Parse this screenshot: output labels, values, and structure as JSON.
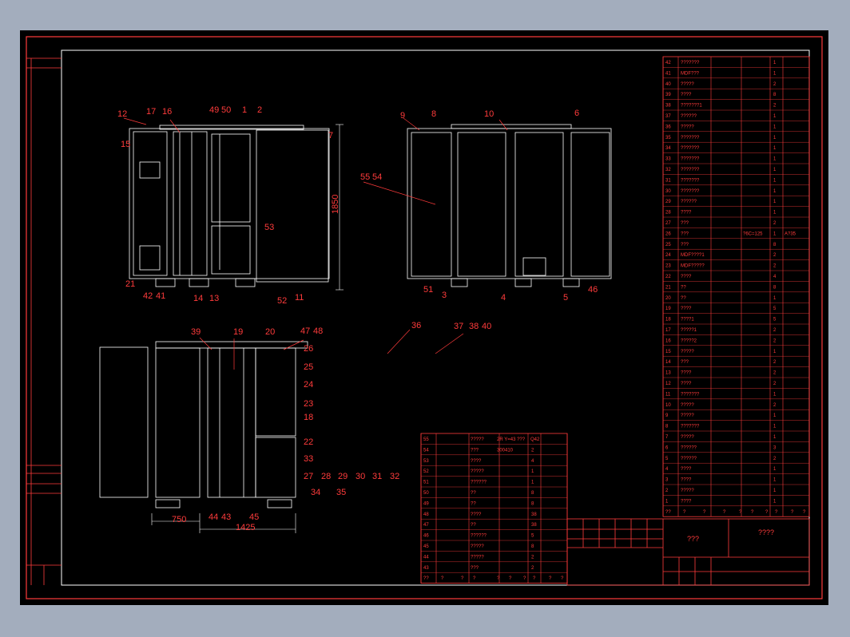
{
  "drawing": {
    "callouts_front": [
      "12",
      "17",
      "16",
      "49",
      "50",
      "1",
      "2",
      "7",
      "15",
      "53",
      "21",
      "42",
      "41",
      "14",
      "13",
      "52",
      "11"
    ],
    "callouts_rear": [
      "9",
      "8",
      "10",
      "6",
      "55",
      "54",
      "51",
      "3",
      "4",
      "5",
      "46"
    ],
    "callouts_side": [
      "39",
      "19",
      "20",
      "47",
      "48",
      "26",
      "25",
      "24",
      "23",
      "18",
      "22",
      "33",
      "27",
      "28",
      "29",
      "30",
      "31",
      "32",
      "34",
      "35",
      "44",
      "43",
      "45"
    ],
    "callouts_misc": [
      "36",
      "37",
      "38",
      "40"
    ],
    "dimensions": {
      "height": "1850",
      "width": "1425",
      "side": "750"
    }
  },
  "parts_list_right": {
    "rows": [
      {
        "no": "42",
        "name": "???????",
        "qty": "1"
      },
      {
        "no": "41",
        "name": "MDF???",
        "qty": "1"
      },
      {
        "no": "40",
        "name": "?????",
        "qty": "2"
      },
      {
        "no": "39",
        "name": "????",
        "qty": "8"
      },
      {
        "no": "38",
        "name": "???????1",
        "qty": "2"
      },
      {
        "no": "37",
        "name": "??????",
        "qty": "1"
      },
      {
        "no": "36",
        "name": "?????",
        "qty": "1"
      },
      {
        "no": "35",
        "name": "???????",
        "qty": "1"
      },
      {
        "no": "34",
        "name": "???????",
        "qty": "1"
      },
      {
        "no": "33",
        "name": "???????",
        "qty": "1"
      },
      {
        "no": "32",
        "name": "???????",
        "qty": "1"
      },
      {
        "no": "31",
        "name": "???????",
        "qty": "1"
      },
      {
        "no": "30",
        "name": "???????",
        "qty": "1"
      },
      {
        "no": "29",
        "name": "??????",
        "qty": "1"
      },
      {
        "no": "28",
        "name": "????",
        "qty": "1"
      },
      {
        "no": "27",
        "name": "???",
        "qty": "2"
      },
      {
        "no": "26",
        "name": "???",
        "qty": "1",
        "spec": "?6C=125",
        "mat": "A?35"
      },
      {
        "no": "25",
        "name": "???",
        "qty": "8"
      },
      {
        "no": "24",
        "name": "MDF????1",
        "qty": "2"
      },
      {
        "no": "23",
        "name": "MDF?????",
        "qty": "2"
      },
      {
        "no": "22",
        "name": "????",
        "qty": "4"
      },
      {
        "no": "21",
        "name": "??",
        "qty": "8"
      },
      {
        "no": "20",
        "name": "??",
        "qty": "1"
      },
      {
        "no": "19",
        "name": "????",
        "qty": "5"
      },
      {
        "no": "18",
        "name": "????1",
        "qty": "5"
      },
      {
        "no": "17",
        "name": "?????1",
        "qty": "2"
      },
      {
        "no": "16",
        "name": "?????2",
        "qty": "2"
      },
      {
        "no": "15",
        "name": "?????",
        "qty": "1"
      },
      {
        "no": "14",
        "name": "???",
        "qty": "2"
      },
      {
        "no": "13",
        "name": "????",
        "qty": "2"
      },
      {
        "no": "12",
        "name": "????",
        "qty": "2"
      },
      {
        "no": "11",
        "name": "???????",
        "qty": "1"
      },
      {
        "no": "10",
        "name": "?????",
        "qty": "2"
      },
      {
        "no": "9",
        "name": "?????",
        "qty": "1"
      },
      {
        "no": "8",
        "name": "???????",
        "qty": "1"
      },
      {
        "no": "7",
        "name": "?????",
        "qty": "1"
      },
      {
        "no": "6",
        "name": "??????",
        "qty": "3"
      },
      {
        "no": "5",
        "name": "??????",
        "qty": "2"
      },
      {
        "no": "4",
        "name": "????",
        "qty": "1"
      },
      {
        "no": "3",
        "name": "????",
        "qty": "1"
      },
      {
        "no": "2",
        "name": "?????",
        "qty": "1"
      },
      {
        "no": "1",
        "name": "????",
        "qty": "1"
      }
    ],
    "header": [
      "??",
      "?",
      "?",
      "?",
      "?",
      "?",
      "?",
      "?",
      "?",
      "?"
    ]
  },
  "parts_list_bottom": {
    "rows": [
      {
        "no": "55",
        "name": "?????",
        "spec": "2R Y=43 ???",
        "mat": "Q42"
      },
      {
        "no": "54",
        "name": "???",
        "spec": "300410",
        "qty": "2"
      },
      {
        "no": "53",
        "name": "????",
        "qty": "4"
      },
      {
        "no": "52",
        "name": "?????",
        "qty": "1"
      },
      {
        "no": "51",
        "name": "??????",
        "qty": "1"
      },
      {
        "no": "50",
        "name": "??",
        "qty": "8"
      },
      {
        "no": "49",
        "name": "??",
        "qty": "8"
      },
      {
        "no": "48",
        "name": "????",
        "qty": "38"
      },
      {
        "no": "47",
        "name": "??",
        "qty": "38"
      },
      {
        "no": "46",
        "name": "??????",
        "qty": "5"
      },
      {
        "no": "45",
        "name": "?????",
        "qty": "8"
      },
      {
        "no": "44",
        "name": "?????",
        "qty": "2"
      },
      {
        "no": "43",
        "name": "???",
        "qty": "2"
      }
    ],
    "header": [
      "??",
      "?",
      "?",
      "?",
      "?",
      "?",
      "?",
      "?",
      "?",
      "?"
    ]
  },
  "title_block": {
    "name_left": "???",
    "name_right": "????"
  }
}
